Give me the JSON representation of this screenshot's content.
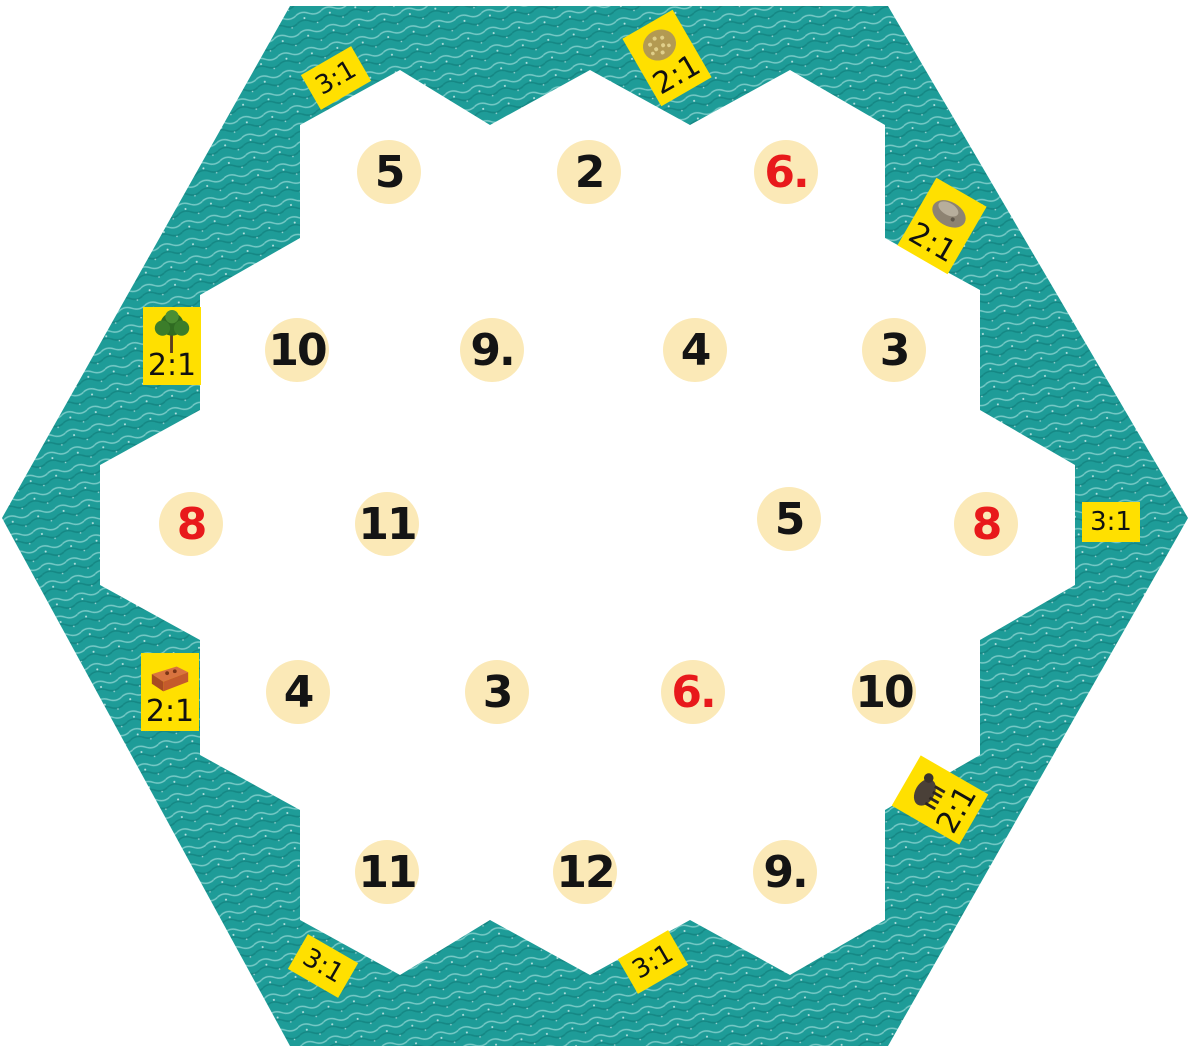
{
  "board": {
    "number_tokens": [
      {
        "label": "5",
        "hot": false
      },
      {
        "label": "2",
        "hot": false
      },
      {
        "label": "6.",
        "hot": true
      },
      {
        "label": "10",
        "hot": false
      },
      {
        "label": "9.",
        "hot": false
      },
      {
        "label": "4",
        "hot": false
      },
      {
        "label": "3",
        "hot": false
      },
      {
        "label": "8",
        "hot": true
      },
      {
        "label": "11",
        "hot": false
      },
      {
        "label": "5",
        "hot": false
      },
      {
        "label": "8",
        "hot": true
      },
      {
        "label": "4",
        "hot": false
      },
      {
        "label": "3",
        "hot": false
      },
      {
        "label": "6.",
        "hot": true
      },
      {
        "label": "10",
        "hot": false
      },
      {
        "label": "11",
        "hot": false
      },
      {
        "label": "12",
        "hot": false
      },
      {
        "label": "9.",
        "hot": false
      }
    ],
    "ports": [
      {
        "ratio": "3:1",
        "resource": null
      },
      {
        "ratio": "2:1",
        "resource": "grain-icon"
      },
      {
        "ratio": "2:1",
        "resource": "ore-icon"
      },
      {
        "ratio": "2:1",
        "resource": "lumber-icon"
      },
      {
        "ratio": "3:1",
        "resource": null
      },
      {
        "ratio": "2:1",
        "resource": "brick-icon"
      },
      {
        "ratio": "2:1",
        "resource": "wool-icon"
      },
      {
        "ratio": "3:1",
        "resource": null
      },
      {
        "ratio": "3:1",
        "resource": null
      }
    ]
  },
  "colors": {
    "sea": "#1e9c98",
    "port": "#ffe000",
    "token": "#fbe9b7",
    "hot_number": "#e8191b",
    "number": "#141414"
  }
}
